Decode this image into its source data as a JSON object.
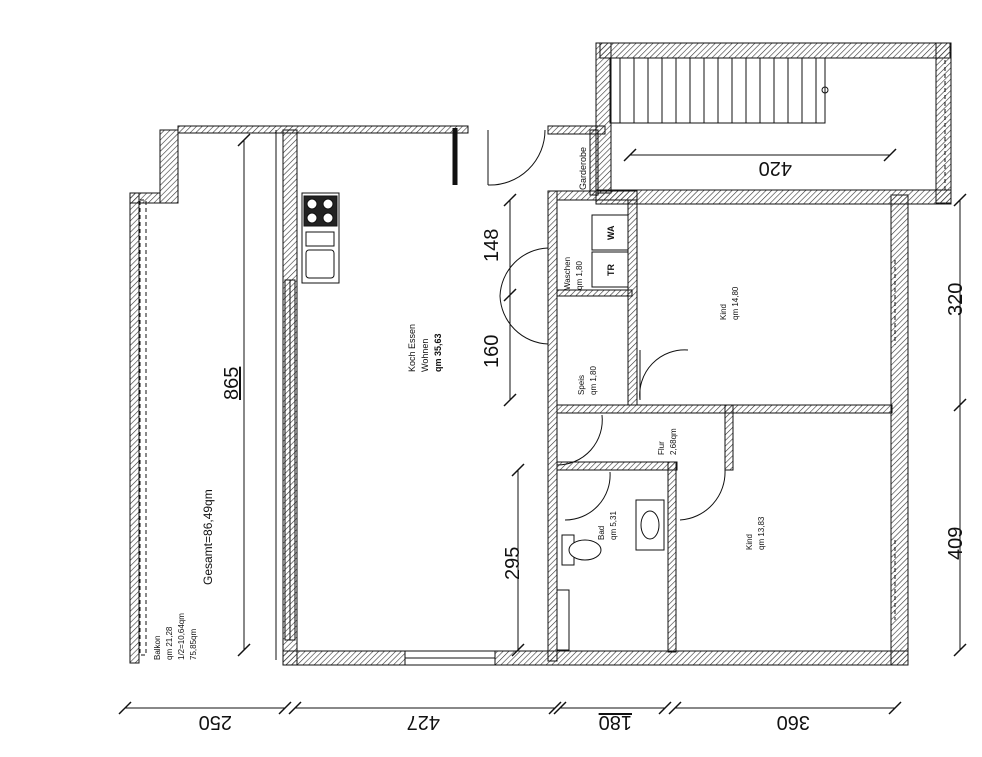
{
  "rooms": {
    "koch": {
      "name": "Koch Essen",
      "sub": "Wohnen",
      "area": "qm 35,63"
    },
    "waschen": {
      "name": "Waschen",
      "area": "qm 1,80"
    },
    "wa": "WA",
    "tr": "TR",
    "speis": {
      "name": "Speis",
      "area": "qm 1,80"
    },
    "garderobe": "Garderobe",
    "kind1": {
      "name": "Kind",
      "area": "qm 14,80"
    },
    "flur": {
      "name": "Flur",
      "area": "2,68qm"
    },
    "bad": {
      "name": "Bad",
      "area": "qm 5,31"
    },
    "kind2": {
      "name": "Kind",
      "area": "qm 13,83"
    },
    "balkon": {
      "name": "Balkon",
      "area": "qm 21,28",
      "half": "1/2=10,64qm",
      "total": "75,85qm"
    }
  },
  "gesamt": "Gesamt=86,49qm",
  "dimensions": {
    "d865": "865",
    "d148": "148",
    "d160": "160",
    "d295": "295",
    "d320": "320",
    "d409": "409",
    "d420": "420",
    "d250": "250",
    "d427": "427",
    "d180": "180",
    "d360": "360"
  }
}
